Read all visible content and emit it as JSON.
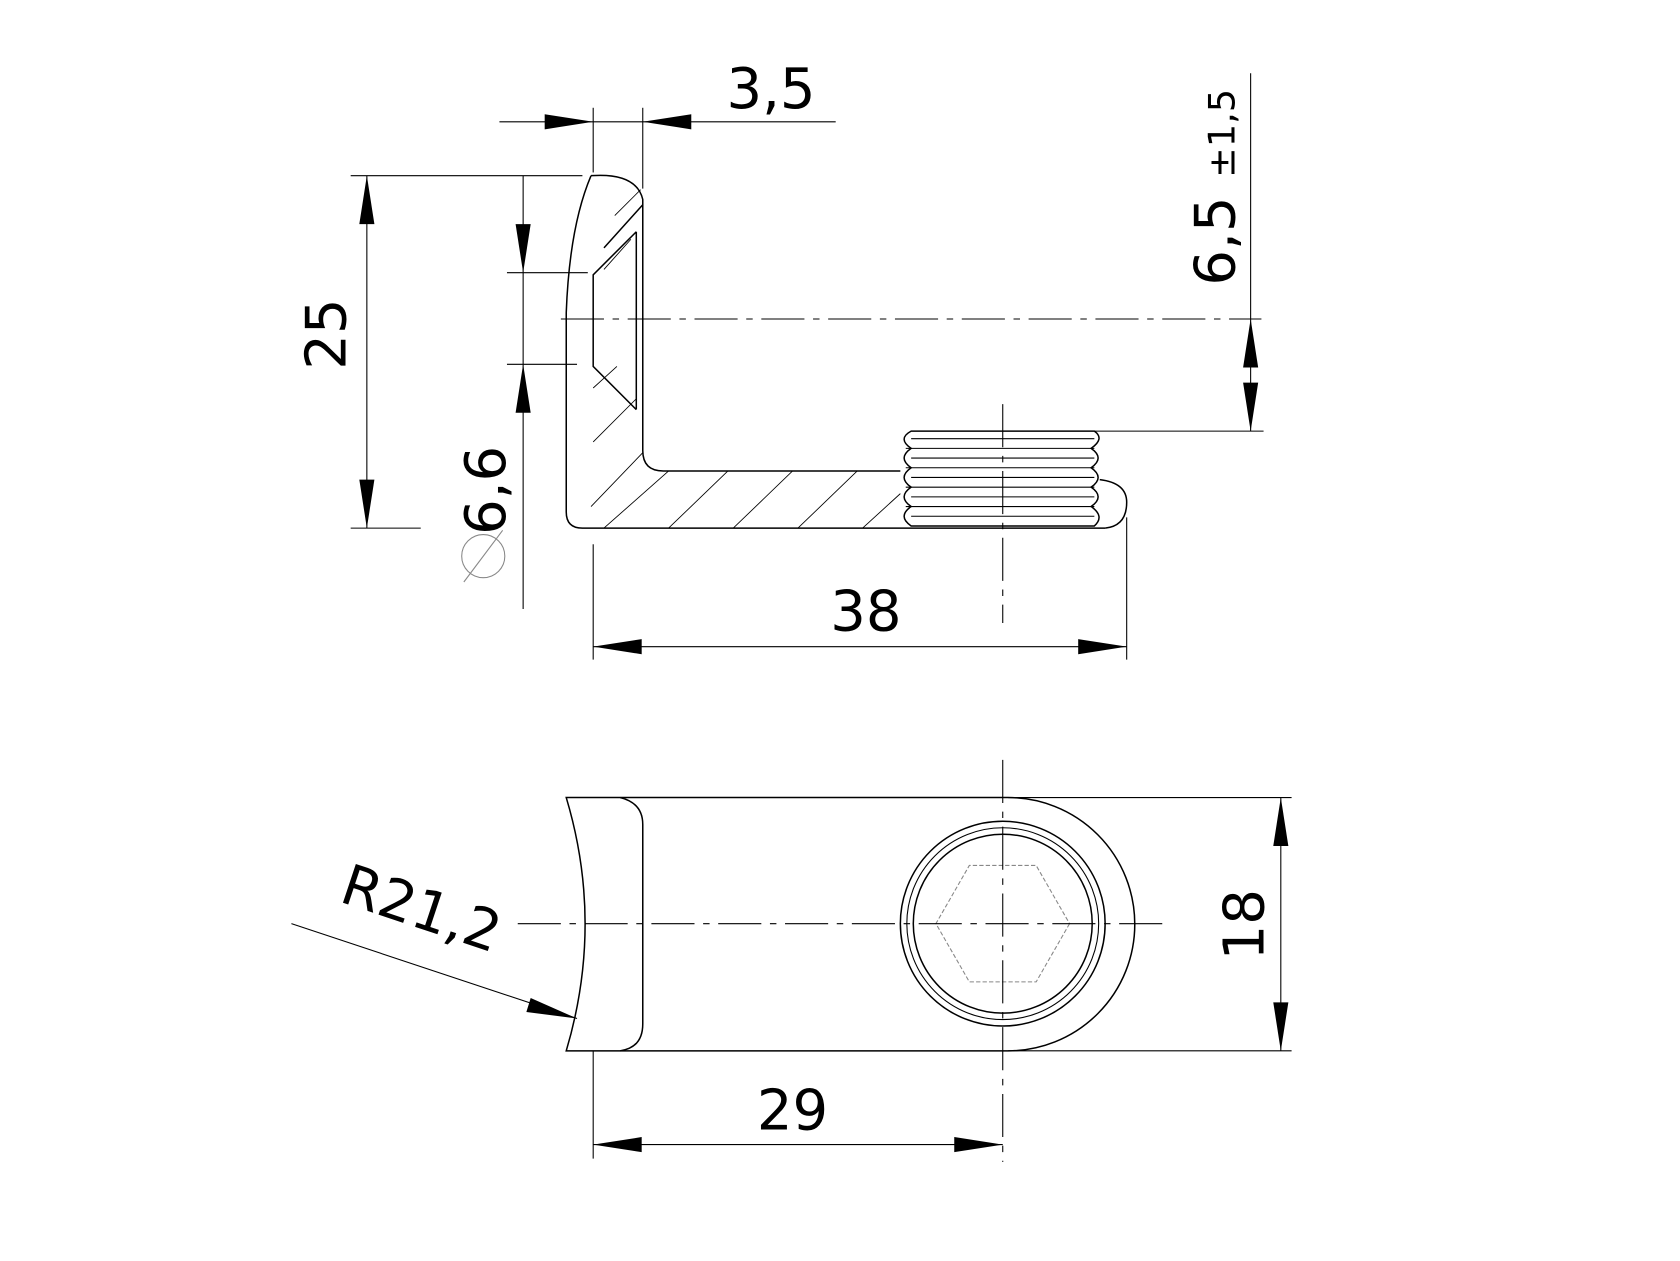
{
  "drawing": {
    "side_view": {
      "dimensions": {
        "thickness": "3,5",
        "height": "25",
        "hole_diameter_symbol": "⌀",
        "hole_diameter": "6,6",
        "thread_offset": "6,5",
        "thread_offset_tolerance": "±1,5",
        "length": "38"
      }
    },
    "top_view": {
      "dimensions": {
        "radius": "R21,2",
        "width": "18",
        "hole_position": "29"
      }
    },
    "line_color": "#000000",
    "background": "#ffffff"
  }
}
